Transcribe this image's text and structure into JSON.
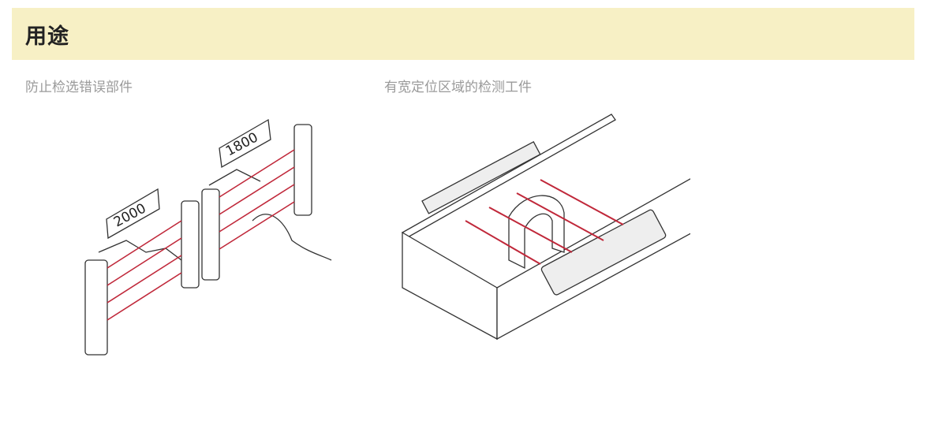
{
  "section": {
    "title": "用途"
  },
  "applications": [
    {
      "caption": "防止检选错误部件",
      "labels": [
        "2000",
        "1800"
      ]
    },
    {
      "caption": "有宽定位区域的检测工件"
    }
  ],
  "colors": {
    "band": "#f7f0c5",
    "beam": "#c0283a",
    "caption": "#9a9a9a"
  }
}
